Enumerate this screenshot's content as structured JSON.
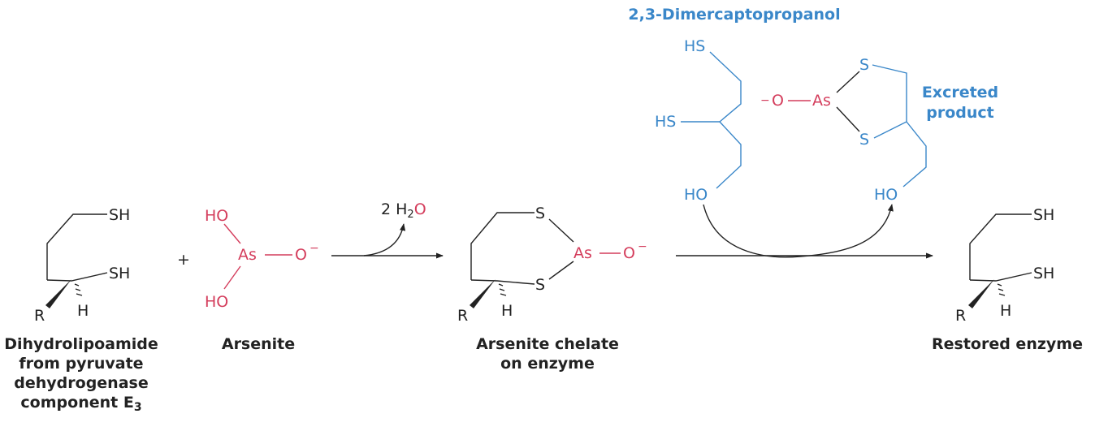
{
  "colors": {
    "black": "#222222",
    "arsenic": "#d43d5c",
    "dmp": "#3a87c9"
  },
  "labels": {
    "SH": "SH",
    "S": "S",
    "HS": "HS",
    "HO": "HO",
    "As": "As",
    "O": "O",
    "minus": "−",
    "R": "R",
    "H": "H",
    "plus": "+",
    "water_coef": "2 H",
    "water_sub": "2",
    "water_o": "O"
  },
  "captions": {
    "dihydrolipoamide": [
      "Dihydrolipoamide",
      "from pyruvate",
      "dehydrogenase",
      "component E"
    ],
    "dihydrolipoamide_sub": "3",
    "arsenite": "Arsenite",
    "chelate": [
      "Arsenite chelate",
      "on enzyme"
    ],
    "restored": "Restored enzyme",
    "dmp": "2,3-Dimercaptopropanol",
    "excreted": [
      "Excreted",
      "product"
    ]
  }
}
